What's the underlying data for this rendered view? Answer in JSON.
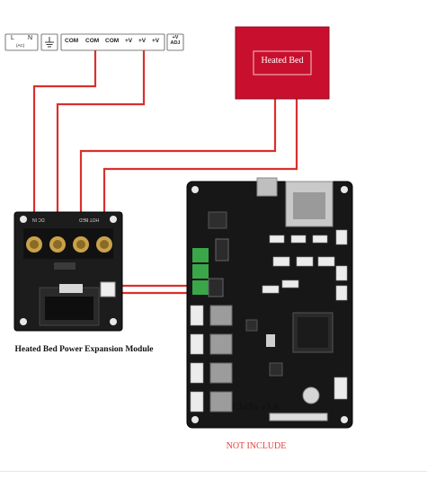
{
  "psu": {
    "terminals": [
      {
        "id": "L",
        "label": "L"
      },
      {
        "id": "N",
        "label": "N"
      },
      {
        "id": "AC",
        "label": "(AC)"
      },
      {
        "id": "GND",
        "label": "ground-symbol"
      },
      {
        "id": "COM1",
        "label": "COM"
      },
      {
        "id": "COM2",
        "label": "COM"
      },
      {
        "id": "COM3",
        "label": "COM"
      },
      {
        "id": "V1",
        "label": "+V"
      },
      {
        "id": "V2",
        "label": "+V"
      },
      {
        "id": "V3",
        "label": "+V"
      },
      {
        "id": "ADJ",
        "label": "+V ADJ"
      }
    ]
  },
  "heated_bed": {
    "label": "Heated Bed",
    "color": "#c8102e"
  },
  "module": {
    "caption": "Heated Bed Power Expansion Module",
    "terminal_labels": [
      "DC IN",
      "HOT BED"
    ]
  },
  "board": {
    "name": "ChiTu v3.6",
    "note": "NOT INCLUDE",
    "note_color": "#e53e3e"
  },
  "wire_color": "#d9302c",
  "icons": {
    "ground": "ground-symbol-icon",
    "heated_bed": "heated-bed-icon",
    "module": "power-module-icon",
    "board": "mainboard-icon"
  }
}
